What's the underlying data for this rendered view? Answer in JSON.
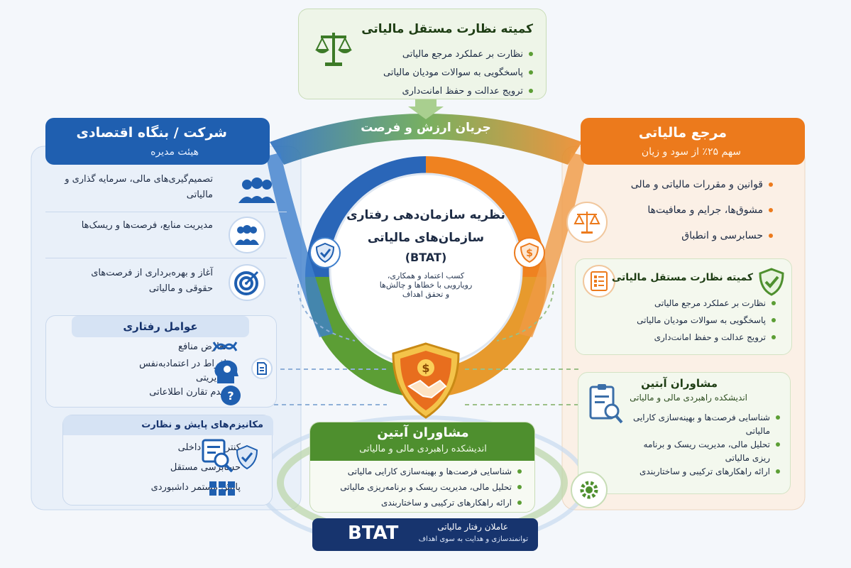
{
  "top_committee": {
    "title": "کمیته نظارت مستقل مالیاتی",
    "items": [
      "نظارت بر عملکرد مرجع مالیاتی",
      "پاسخگویی به سوالات مودیان مالیاتی",
      "ترویج عدالت و حفظ امانت‌داری"
    ]
  },
  "flow_banner": "جریان ارزش و فرصت",
  "company": {
    "title": "شرکت / بنگاه اقتصادی",
    "subtitle": "هیئت مدیره",
    "items": [
      "تصمیم‌گیری‌های مالی، سرمایه گذاری و مالیاتی",
      "مدیریت منابع، فرصت‌ها و ریسک‌ها",
      "آغاز و بهره‌برداری از فرصت‌های حقوقی و مالیاتی"
    ]
  },
  "tax_authority": {
    "title": "مرجع مالیاتی",
    "subtitle": "سهم ۲۵٪ از سود و زیان",
    "items": [
      "قوانین و مقررات مالیاتی و مالی",
      "مشوق‌ها، جرایم و معافیت‌ها",
      "حسابرسی و انطباق"
    ]
  },
  "right_committee": {
    "title": "کمیته نظارت مستقل مالیاتی",
    "items": [
      "نظارت بر عملکرد مرجع مالیاتی",
      "پاسخگویی به سوالات مودیان مالیاتی",
      "ترویج عدالت و حفظ امانت‌داری"
    ]
  },
  "right_advisors": {
    "title": "مشاوران آبتین",
    "subtitle": "اندیشکده راهبردی مالی و مالیاتی",
    "items": [
      "شناسایی فرصت‌ها و بهینه‌سازی کارایی مالیاتی",
      "تحلیل مالی، مدیریت ریسک و برنامه ریزی مالیاتی",
      "ارائه راهکارهای ترکیبی و ساختاربندی"
    ]
  },
  "center": {
    "title_line1": "نظریه سازمان‌دهی رفتاری",
    "title_line2": "سازمان‌های مالیاتی",
    "abbr": "(BTAT)",
    "sub1": "کسب اعتماد و همکاری،",
    "sub2": "رویارویی با خطاها و چالش‌ها",
    "sub3": "و تحقق اهداف"
  },
  "behavioral": {
    "title": "عوامل رفتاری",
    "items": [
      "تعارض منافع",
      "افراط در اعتمادبه‌نفس مدیریتی",
      "عدم تقارن اطلاعاتی"
    ]
  },
  "mechanisms": {
    "title": "مکانیزم‌های پایش و نظارت",
    "items": [
      "کنترل‌های داخلی",
      "حسابرسی مستقل",
      "پایش مستمر داشبوردی"
    ]
  },
  "bottom_advisors": {
    "title": "مشاوران آبتین",
    "subtitle": "اندیشکده راهبردی مالی و مالیاتی",
    "items": [
      "شناسایی فرصت‌ها و بهینه‌سازی کارایی مالیاتی",
      "تحلیل مالی، مدیریت ریسک و برنامه‌ریزی مالیاتی",
      "ارائه راهکارهای ترکیبی و ساختاربندی"
    ]
  },
  "footer": {
    "big": "BTAT",
    "line1": "عاملان رفتار مالیاتی",
    "line2": "توانمندسازی و هدایت به سوی اهداف"
  },
  "colors": {
    "blue": "#1f5fb0",
    "orange": "#ec7a1c",
    "green": "#4e8f2e",
    "navy": "#17346e"
  },
  "icons": [
    "scales-icon",
    "people-group-icon",
    "team-icon",
    "target-icon",
    "shield-check-icon",
    "dollar-shield-icon",
    "handshake-icon",
    "document-list-icon",
    "magnifier-document-icon",
    "gear-icon",
    "brain-icon",
    "question-icon",
    "tangle-icon",
    "dashboard-icon"
  ]
}
